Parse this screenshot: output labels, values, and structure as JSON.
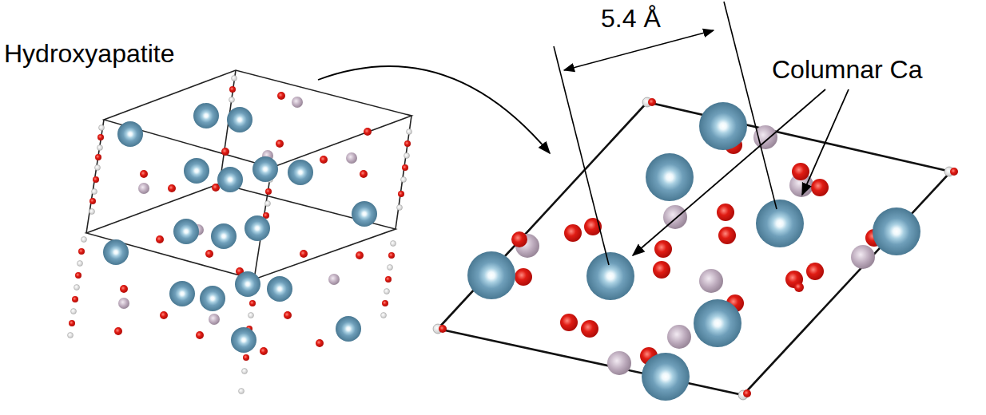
{
  "diagram": {
    "labels": [
      "Hydroxyapatite",
      "5.4 Å",
      "Columnar Ca"
    ]
  }
}
